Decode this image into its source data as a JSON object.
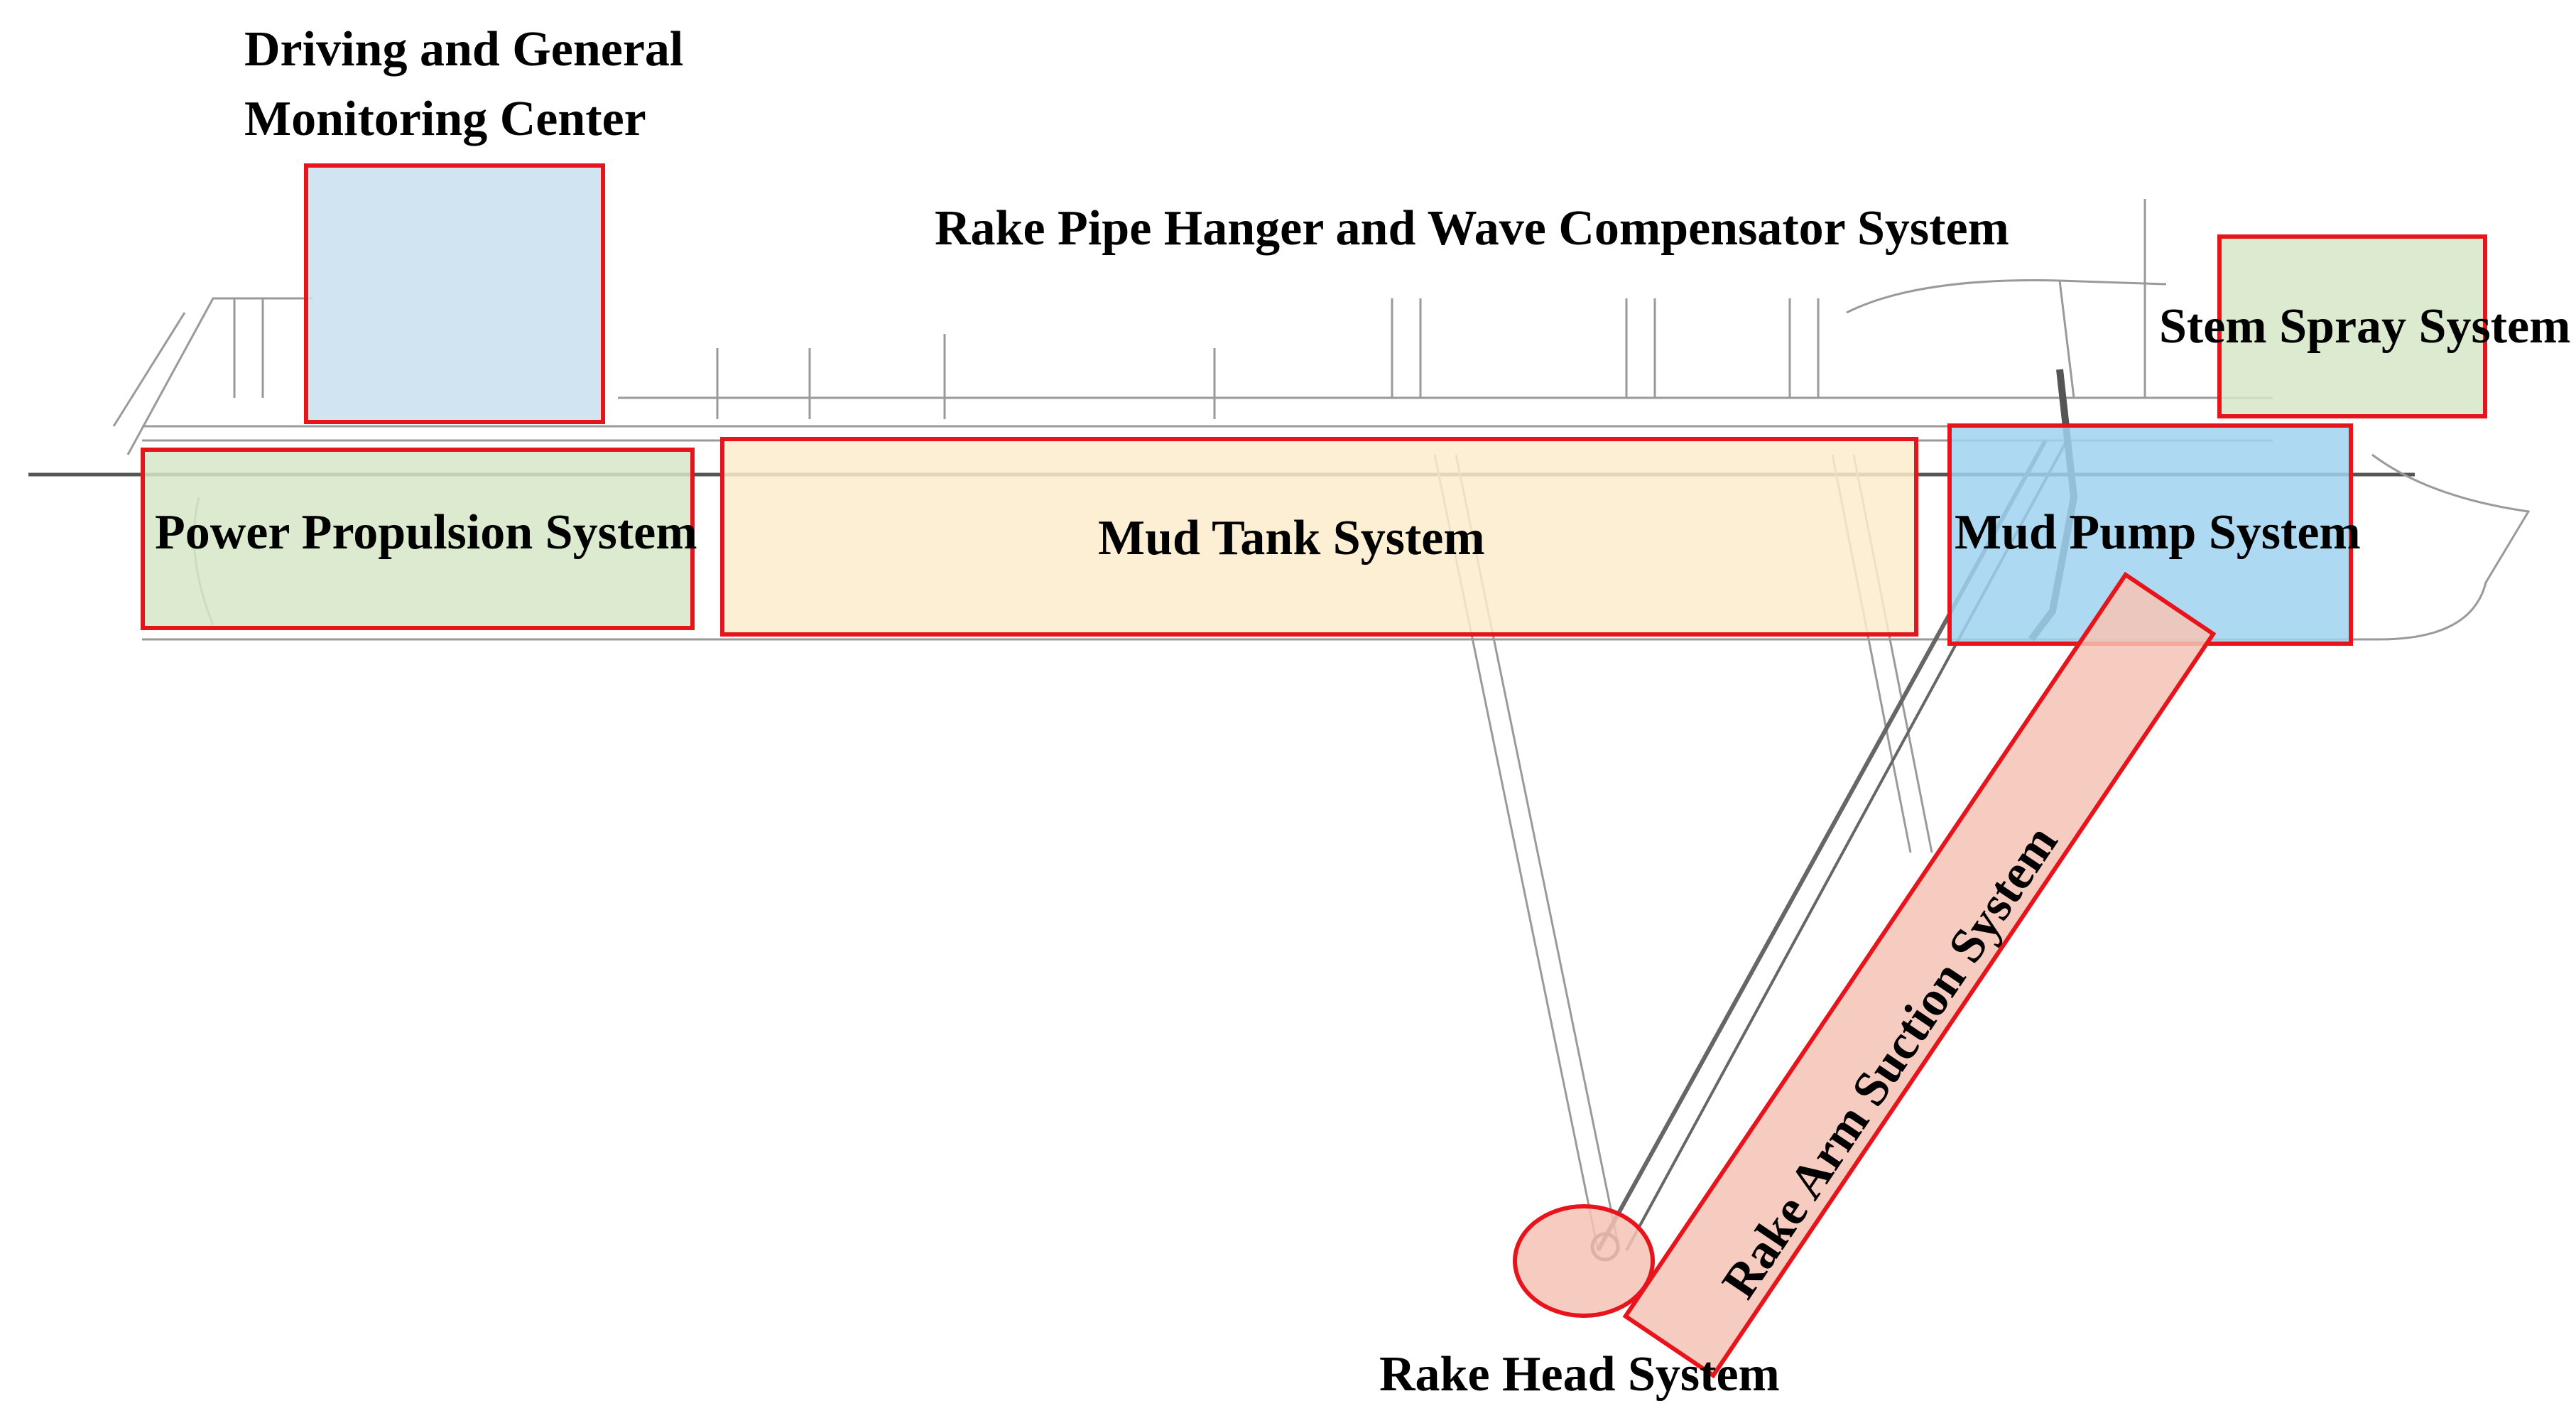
{
  "labels": {
    "driving_center_line1": "Driving and General",
    "driving_center_line2": "Monitoring Center",
    "rake_pipe_hanger": "Rake Pipe Hanger and Wave Compensator System",
    "stem_spray": "Stem Spray System",
    "power_propulsion": "Power Propulsion System",
    "mud_tank": "Mud Tank System",
    "mud_pump": "Mud Pump System",
    "rake_arm_suction": "Rake Arm Suction System",
    "rake_head": "Rake Head System"
  },
  "colors": {
    "outline": "#e8141c",
    "blue_zone": "#c9dff0",
    "green_zone": "#d6e8c8",
    "yellow_zone": "#fbeccb",
    "cyan_zone": "#9fd4f0",
    "salmon_zone": "#f6c3b5",
    "drawing_line": "#9a9a9a"
  }
}
